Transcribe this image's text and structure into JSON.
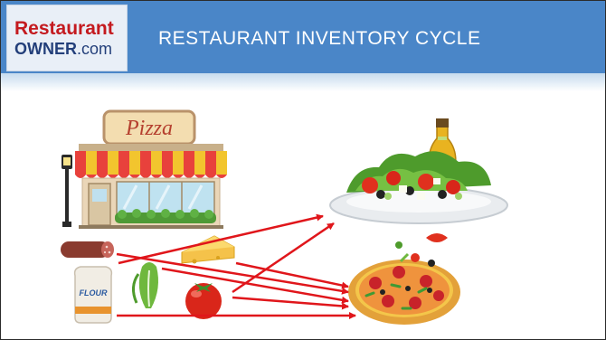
{
  "brand": {
    "line1": "Restaurant",
    "line2_bold": "OWNER",
    "line2_suffix": ".com"
  },
  "slide": {
    "title": "RESTAURANT INVENTORY CYCLE"
  },
  "illustration": {
    "shop_sign": "Pizza",
    "flour_label": "FLOUR"
  },
  "colors": {
    "header": "#4a86c8",
    "arrow": "#e0161b",
    "logo_red": "#c41a1f",
    "logo_navy": "#233f7a"
  }
}
